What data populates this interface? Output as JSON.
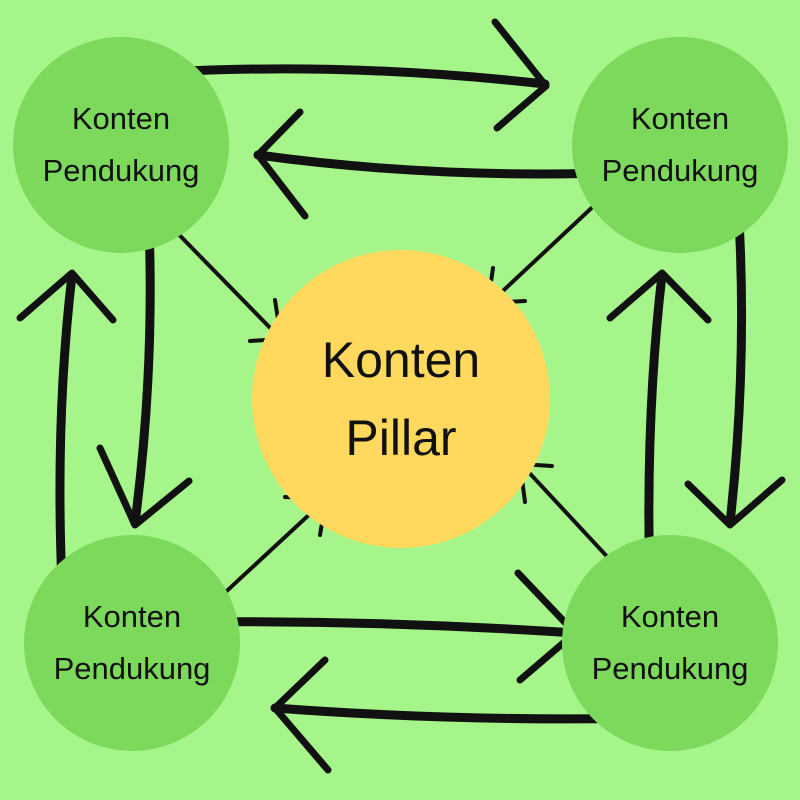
{
  "center_node": {
    "line1": "Konten",
    "line2": "Pillar",
    "color": "#ffd95e"
  },
  "support_nodes": [
    {
      "line1": "Konten",
      "line2": "Pendukung"
    },
    {
      "line1": "Konten",
      "line2": "Pendukung"
    },
    {
      "line1": "Konten",
      "line2": "Pendukung"
    },
    {
      "line1": "Konten",
      "line2": "Pendukung"
    }
  ],
  "colors": {
    "background": "#a6f58a",
    "support_circle": "#7cd95c",
    "arrow": "#111111"
  }
}
